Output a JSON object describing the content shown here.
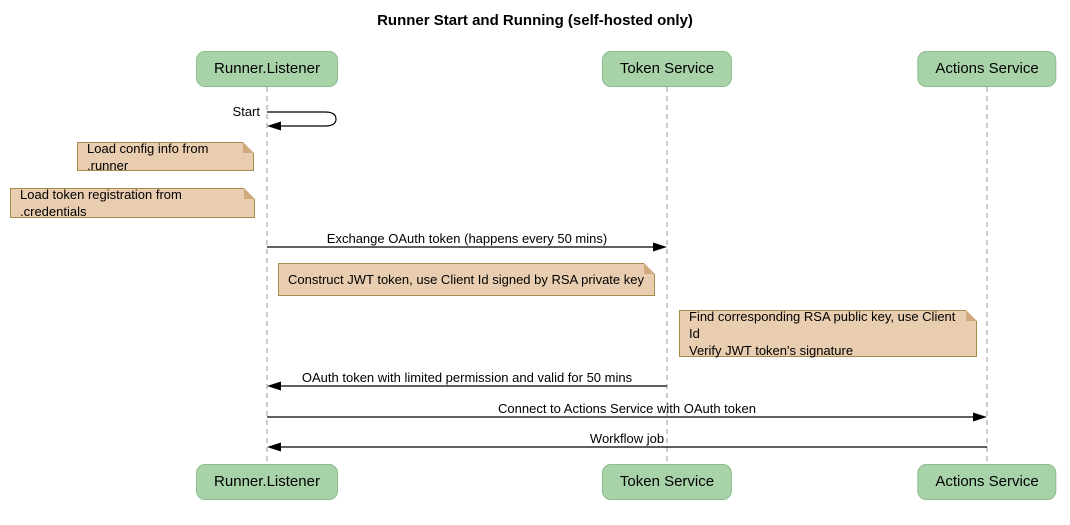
{
  "diagram": {
    "title": "Runner Start and Running (self-hosted only)",
    "participants": [
      {
        "id": "runner-listener",
        "label": "Runner.Listener"
      },
      {
        "id": "token-service",
        "label": "Token Service"
      },
      {
        "id": "actions-service",
        "label": "Actions Service"
      }
    ],
    "self_message": {
      "label": "Start",
      "from": "Runner.Listener",
      "to": "Runner.Listener"
    },
    "notes": [
      {
        "text": "Load config info from .runner",
        "position": "left of Runner.Listener"
      },
      {
        "text": "Load token registration from .credentials",
        "position": "left of Runner.Listener"
      },
      {
        "text": "Construct JWT token, use Client Id signed by RSA private key",
        "position": "between Runner.Listener and Token Service"
      },
      {
        "text": "Find corresponding RSA public key, use Client Id\nVerify JWT token's signature",
        "position": "between Token Service and Actions Service"
      }
    ],
    "arrows": [
      {
        "label": "Exchange OAuth token (happens every 50 mins)",
        "from": "Runner.Listener",
        "to": "Token Service"
      },
      {
        "label": "OAuth token with limited permission and valid for 50 mins",
        "from": "Token Service",
        "to": "Runner.Listener"
      },
      {
        "label": "Connect to Actions Service with OAuth token",
        "from": "Runner.Listener",
        "to": "Actions Service"
      },
      {
        "label": "Workflow job",
        "from": "Actions Service",
        "to": "Runner.Listener"
      }
    ],
    "colors": {
      "participant_fill": "#a8d3a9",
      "participant_border": "#8cbc8e",
      "note_fill": "#e9cdb0",
      "note_border": "#aa8a4c",
      "lifeline": "#999999",
      "arrow": "#000000",
      "text": "#000000",
      "background": "#ffffff"
    }
  }
}
